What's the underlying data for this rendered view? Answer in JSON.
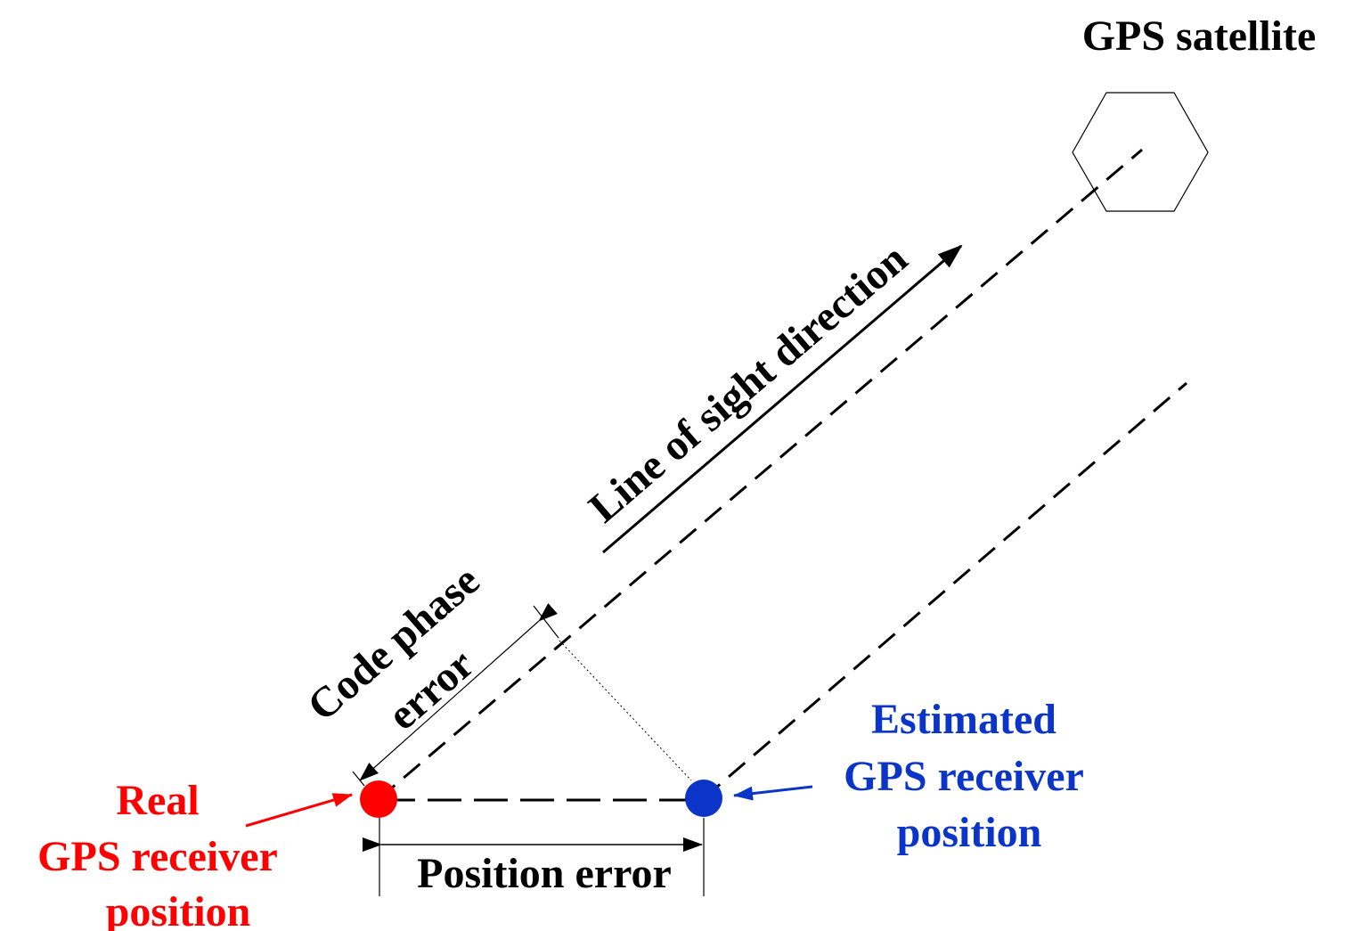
{
  "labels": {
    "satellite": "GPS satellite",
    "line_of_sight": "Line of sight direction",
    "code_phase_line1": "Code phase",
    "code_phase_line2": "error",
    "position_error": "Position error",
    "real_line1": "Real",
    "real_line2": "GPS receiver",
    "real_line3": "position",
    "estimated_line1": "Estimated",
    "estimated_line2": "GPS receiver",
    "estimated_line3": "position"
  },
  "colors": {
    "real": "#ff0000",
    "estimated": "#0a35c8",
    "lines": "#000000"
  }
}
